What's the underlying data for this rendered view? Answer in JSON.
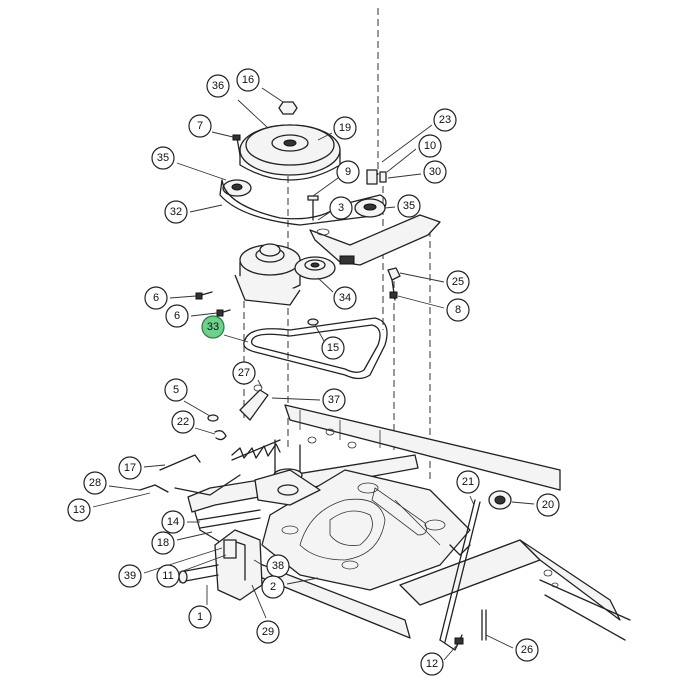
{
  "diagram": {
    "highlight_color": "#6fd08c",
    "callouts": [
      {
        "id": "c36",
        "label": "36"
      },
      {
        "id": "c16",
        "label": "16"
      },
      {
        "id": "c7",
        "label": "7"
      },
      {
        "id": "c19",
        "label": "19"
      },
      {
        "id": "c23",
        "label": "23"
      },
      {
        "id": "c10",
        "label": "10"
      },
      {
        "id": "c35a",
        "label": "35"
      },
      {
        "id": "c9",
        "label": "9"
      },
      {
        "id": "c30",
        "label": "30"
      },
      {
        "id": "c3",
        "label": "3"
      },
      {
        "id": "c35b",
        "label": "35"
      },
      {
        "id": "c32",
        "label": "32"
      },
      {
        "id": "c25",
        "label": "25"
      },
      {
        "id": "c6a",
        "label": "6"
      },
      {
        "id": "c8",
        "label": "8"
      },
      {
        "id": "c34",
        "label": "34"
      },
      {
        "id": "c6b",
        "label": "6"
      },
      {
        "id": "c33",
        "label": "33",
        "highlight": true
      },
      {
        "id": "c15",
        "label": "15"
      },
      {
        "id": "c27",
        "label": "27"
      },
      {
        "id": "c5",
        "label": "5"
      },
      {
        "id": "c37",
        "label": "37"
      },
      {
        "id": "c22",
        "label": "22"
      },
      {
        "id": "c17",
        "label": "17"
      },
      {
        "id": "c28",
        "label": "28"
      },
      {
        "id": "c21",
        "label": "21"
      },
      {
        "id": "c20",
        "label": "20"
      },
      {
        "id": "c13",
        "label": "13"
      },
      {
        "id": "c14",
        "label": "14"
      },
      {
        "id": "c18",
        "label": "18"
      },
      {
        "id": "c39",
        "label": "39"
      },
      {
        "id": "c11",
        "label": "11"
      },
      {
        "id": "c38",
        "label": "38"
      },
      {
        "id": "c2",
        "label": "2"
      },
      {
        "id": "c1",
        "label": "1"
      },
      {
        "id": "c29",
        "label": "29"
      },
      {
        "id": "c26",
        "label": "26"
      },
      {
        "id": "c12",
        "label": "12"
      }
    ]
  }
}
